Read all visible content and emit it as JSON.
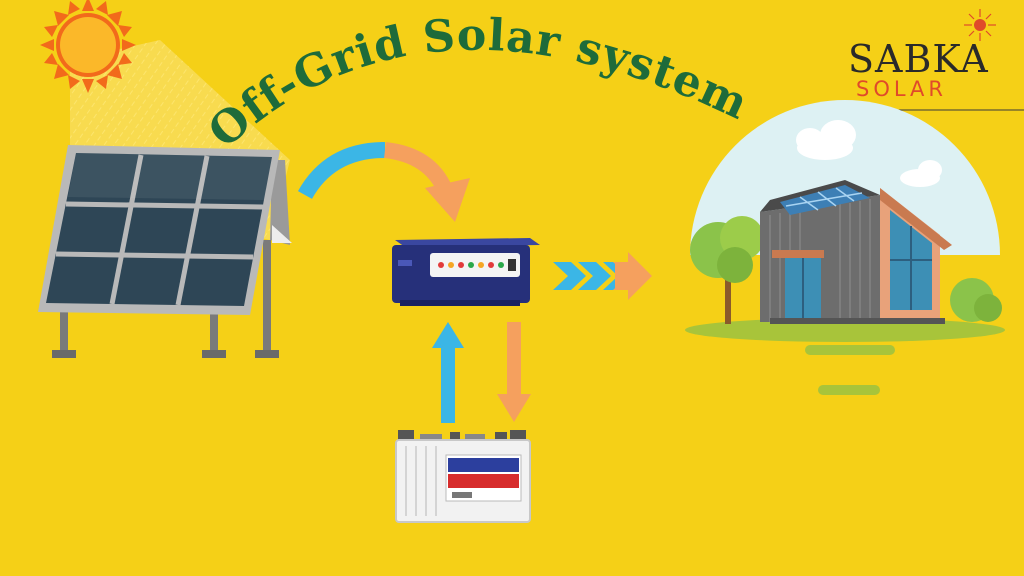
{
  "title": "Off-Grid Solar system",
  "logo": {
    "brand": "SABKA",
    "sub": "SOLAR"
  },
  "colors": {
    "background": "#F5D017",
    "title": "#1E6B3A",
    "arrow_blue": "#3BB6E6",
    "arrow_orange": "#F5A05E",
    "inverter": "#26307A",
    "logo_brand": "#2A2A2A",
    "logo_sub": "#E04A2A"
  },
  "icons": [
    "sun-icon",
    "solar-panel-icon",
    "inverter-icon",
    "battery-icon",
    "house-icon",
    "tree-icon",
    "cloud-icon"
  ]
}
